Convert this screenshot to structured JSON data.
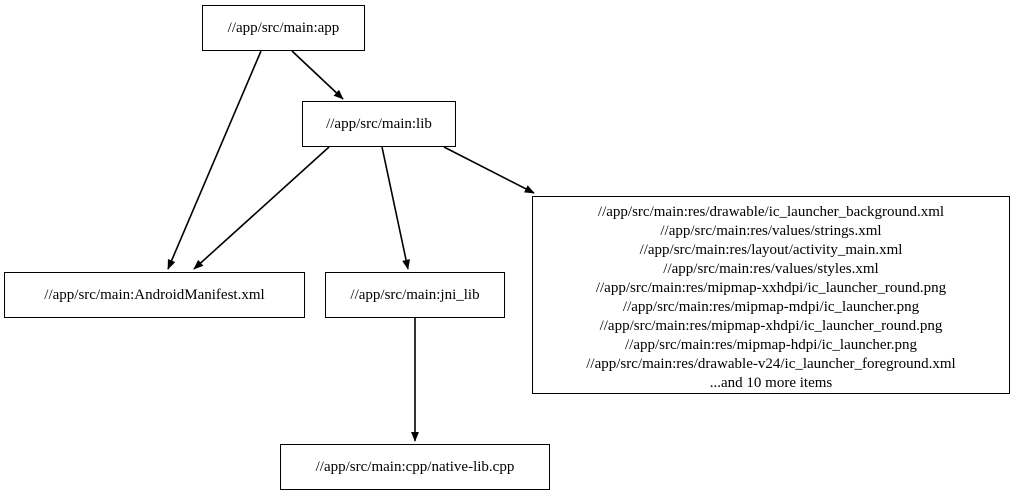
{
  "graph": {
    "type": "directed-dependency-graph",
    "nodes": [
      {
        "id": "app",
        "label": "//app/src/main:app"
      },
      {
        "id": "lib",
        "label": "//app/src/main:lib"
      },
      {
        "id": "manifest",
        "label": "//app/src/main:AndroidManifest.xml"
      },
      {
        "id": "jni_lib",
        "label": "//app/src/main:jni_lib"
      },
      {
        "id": "native_lib",
        "label": "//app/src/main:cpp/native-lib.cpp"
      },
      {
        "id": "res_group",
        "lines": [
          "//app/src/main:res/drawable/ic_launcher_background.xml",
          "//app/src/main:res/values/strings.xml",
          "//app/src/main:res/layout/activity_main.xml",
          "//app/src/main:res/values/styles.xml",
          "//app/src/main:res/mipmap-xxhdpi/ic_launcher_round.png",
          "//app/src/main:res/mipmap-mdpi/ic_launcher.png",
          "//app/src/main:res/mipmap-xhdpi/ic_launcher_round.png",
          "//app/src/main:res/mipmap-hdpi/ic_launcher.png",
          "//app/src/main:res/drawable-v24/ic_launcher_foreground.xml",
          "...and 10 more items"
        ]
      }
    ],
    "edges": [
      {
        "from": "app",
        "to": "lib"
      },
      {
        "from": "app",
        "to": "manifest"
      },
      {
        "from": "lib",
        "to": "manifest"
      },
      {
        "from": "lib",
        "to": "jni_lib"
      },
      {
        "from": "lib",
        "to": "res_group"
      },
      {
        "from": "jni_lib",
        "to": "native_lib"
      }
    ],
    "colors": {
      "background": "#ffffff",
      "node_border": "#000000",
      "node_fill": "#ffffff",
      "edge": "#000000",
      "text": "#000000"
    }
  }
}
